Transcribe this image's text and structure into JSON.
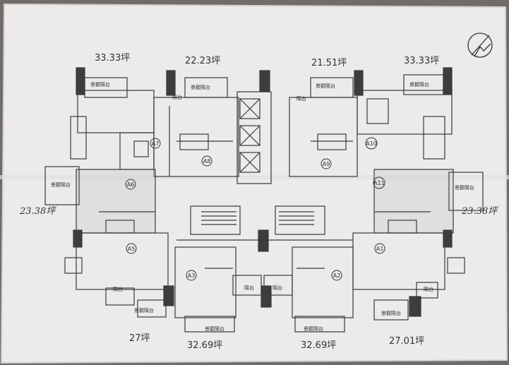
{
  "document": {
    "type": "building floor plan (printed, hand-annotated)",
    "area_labels": {
      "top_left": "33.33坪",
      "top_center_left": "22.23坪",
      "top_center_right": "21.51坪",
      "top_right": "33.33坪",
      "mid_left": "23.38坪",
      "mid_right": "23.38坪",
      "bottom_left": "27坪",
      "bottom_center_left": "32.69坪",
      "bottom_center_right": "32.69坪",
      "bottom_right": "27.01坪"
    },
    "unit_codes": [
      "A1",
      "A2",
      "A3",
      "A5",
      "A6",
      "A7",
      "A8",
      "A9",
      "A10",
      "A11"
    ],
    "room_labels": {
      "balcony": "陽台",
      "view_balcony": "景觀陽台"
    }
  },
  "colors": {
    "paper": "#ecebea",
    "line": "#3a3a3a",
    "fill_gray": "#c9c9c9",
    "pillar": "#3d3d3d",
    "background": "#6f6c69"
  }
}
